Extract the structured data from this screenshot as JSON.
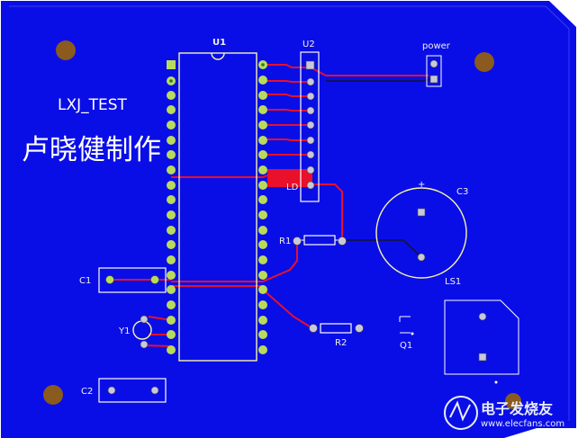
{
  "board": {
    "title_text": "LXJ_TEST",
    "chinese_text": "卢晓健制作",
    "colors": {
      "board": "#0a0ee6",
      "trace_red": "#e8102a",
      "trace_dark": "#10135a",
      "silk": "#f6f6a8",
      "pad": "#b8dc5a",
      "hole": "#8a5a1e"
    }
  },
  "labels": {
    "u1": "U1",
    "u2": "U2",
    "power": "power",
    "c3": "C3",
    "c3_plus": "+",
    "ls1": "LS1",
    "r1": "R1",
    "r2": "R2",
    "c1": "C1",
    "c2": "C2",
    "y1": "Y1",
    "q1": "Q1",
    "ld": "LD"
  },
  "watermark": {
    "line1": "电子发烧友",
    "line2": "www.elecfans.com"
  }
}
